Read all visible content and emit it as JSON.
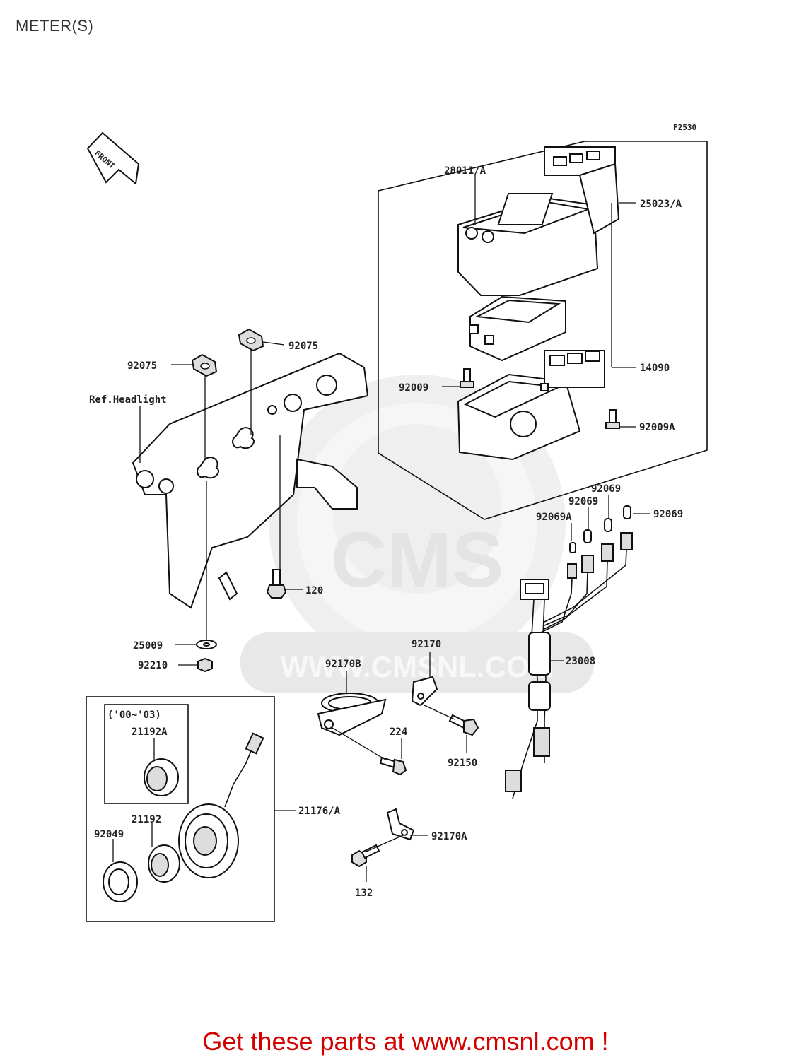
{
  "page": {
    "title": "METER(S)"
  },
  "diagram": {
    "figure_code": "F2530",
    "front_arrow_text": "FRONT",
    "watermark": "CMS WWW.CMSNL.COM",
    "labels": {
      "p28011a": "28011/A",
      "p25023a": "25023/A",
      "p92075a": "92075",
      "p92075b": "92075",
      "p14090": "14090",
      "p92009": "92009",
      "p92009a": "92009A",
      "refheadlight": "Ref.Headlight",
      "p92069a": "92069",
      "p92069b": "92069",
      "p92069c": "92069",
      "p92069A": "92069A",
      "p120": "120",
      "p25009": "25009",
      "p92210": "92210",
      "p92170": "92170",
      "p92170b": "92170B",
      "p23008": "23008",
      "p224": "224",
      "p92150": "92150",
      "year_range": "('00~'03)",
      "p21192a": "21192A",
      "p21176a": "21176/A",
      "p21192": "21192",
      "p92049": "92049",
      "p92170a": "92170A",
      "p132": "132"
    }
  },
  "footer": {
    "cta": "Get these parts at www.cmsnl.com !"
  }
}
